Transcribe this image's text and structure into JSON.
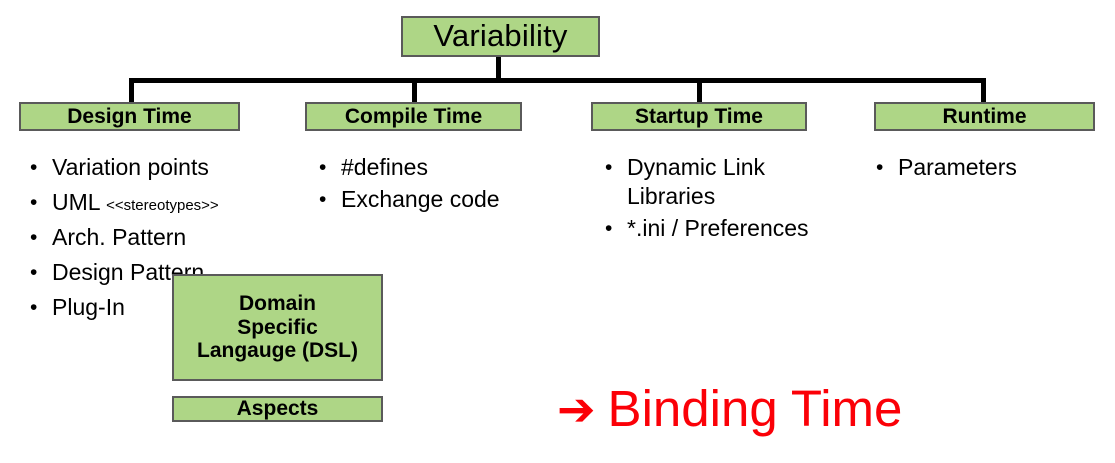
{
  "diagram": {
    "root": {
      "label": "Variability"
    },
    "phases": [
      {
        "label": "Design Time",
        "bullets": [
          {
            "text": "Variation points",
            "note": ""
          },
          {
            "text": "UML ",
            "note": "<<stereotypes>>"
          },
          {
            "text": "Arch. Pattern",
            "note": ""
          },
          {
            "text": "Design Pattern",
            "note": ""
          },
          {
            "text": "Plug-In",
            "note": ""
          }
        ]
      },
      {
        "label": "Compile Time",
        "bullets": [
          {
            "text": "#defines",
            "note": ""
          },
          {
            "text": "Exchange code",
            "note": ""
          }
        ]
      },
      {
        "label": "Startup Time",
        "bullets": [
          {
            "text": "Dynamic Link Libraries",
            "note": ""
          },
          {
            "text": "*.ini / Preferences",
            "note": ""
          }
        ]
      },
      {
        "label": "Runtime",
        "bullets": [
          {
            "text": "Parameters",
            "note": ""
          }
        ]
      }
    ],
    "assets": [
      {
        "label": "Domain\nSpecific\nLangauge (DSL)"
      },
      {
        "label": "Aspects"
      }
    ],
    "callout": {
      "arrow_icon": "right-arrow-icon",
      "arrow_glyph": "➔",
      "label": "Binding Time"
    },
    "bullet_glyph": "•",
    "colors": {
      "box_fill": "#aed686",
      "box_border": "#5a5a5a",
      "connector": "#000000",
      "callout_red": "#fb0007",
      "text": "#000000",
      "background": "#ffffff"
    }
  }
}
